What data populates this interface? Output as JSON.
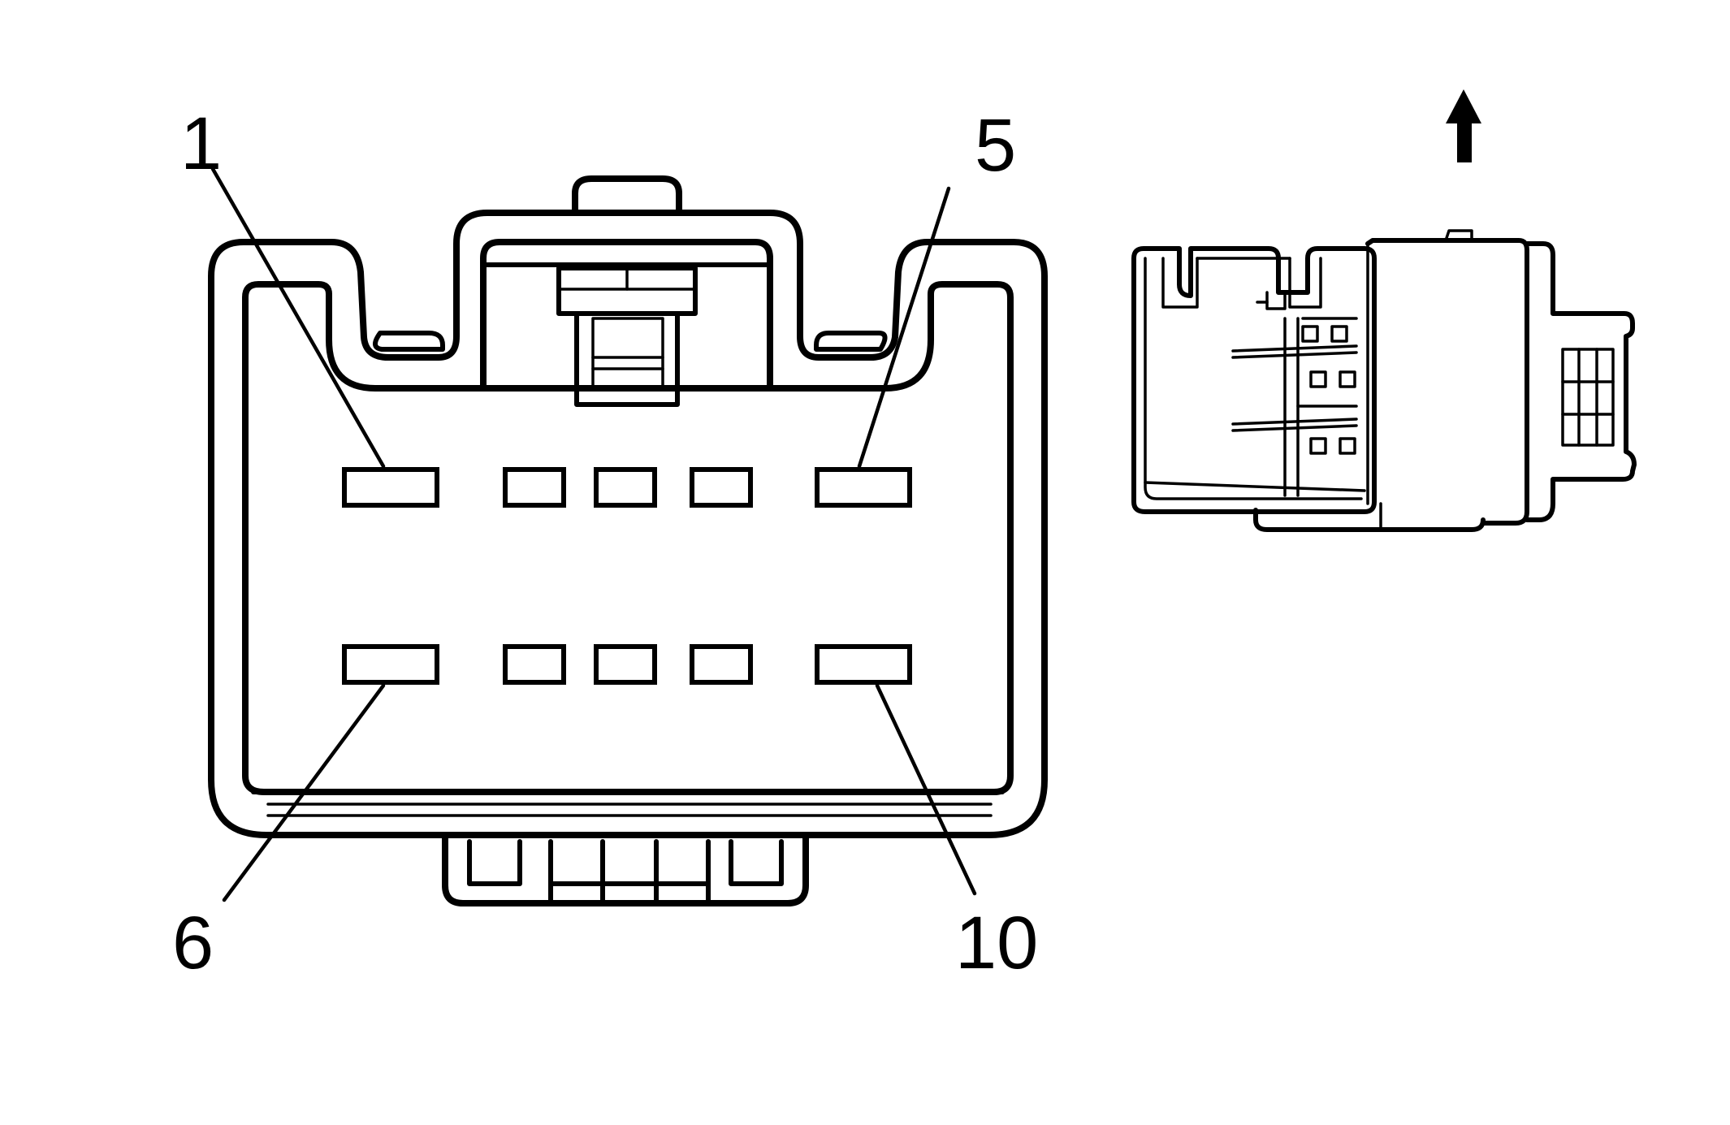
{
  "connector_face": {
    "labels": {
      "pin_1": "1",
      "pin_5": "5",
      "pin_6": "6",
      "pin_10": "10"
    }
  },
  "orientation_arrow": {
    "icon": "up-arrow-icon"
  },
  "colors": {
    "line": "#000000",
    "background": "#ffffff"
  }
}
